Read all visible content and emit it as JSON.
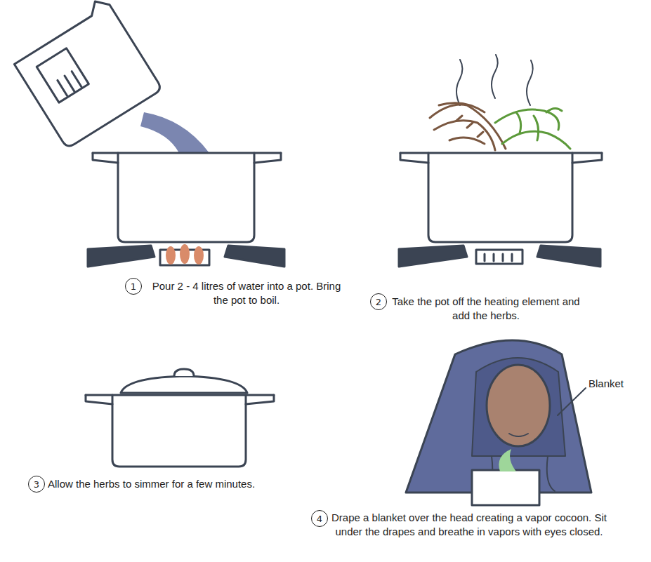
{
  "diagram": {
    "nodes": [
      {
        "text": [
          "1"
        ]
      },
      {
        "text": [
          "2"
        ]
      },
      {
        "text": [
          "3"
        ]
      },
      {
        "text": [
          "4"
        ]
      }
    ],
    "labels": [
      "Pour 2 - 4 litres of water into a pot. Bring the pot to boil.",
      "Take the pot off the heating element and add the herbs.",
      "Allow the herbs to simmer for a few minutes.",
      "Drape a blanket over the head creating a vapor cocoon. Sit under the drapes and breathe in vapors with eyes closed.",
      "Blanket"
    ]
  }
}
